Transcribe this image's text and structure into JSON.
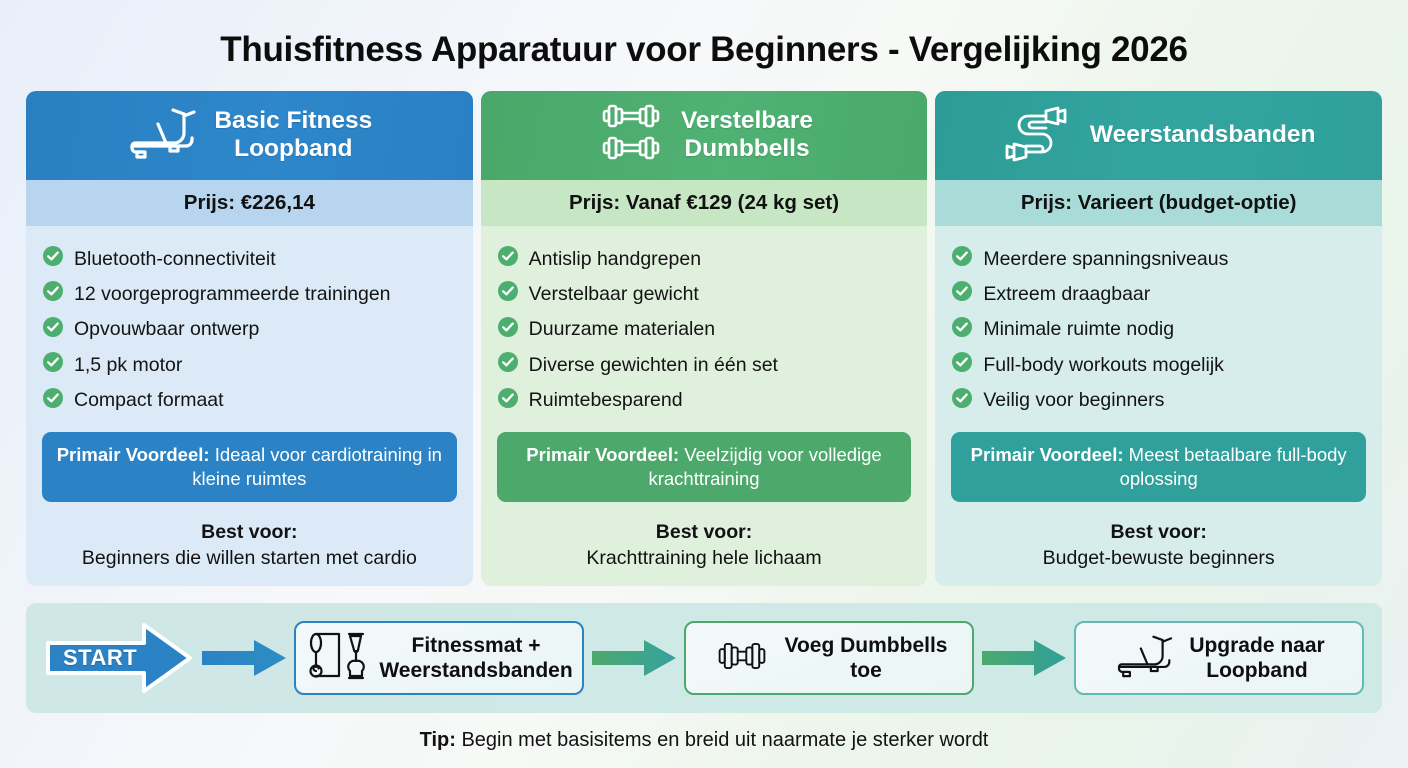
{
  "title": "Thuisfitness Apparatuur voor Beginners - Vergelijking 2026",
  "colors": {
    "blue": "#2b82c5",
    "green": "#4da86c",
    "teal": "#2fa09a",
    "check": "#4caf70"
  },
  "cards": [
    {
      "icon": "treadmill-icon",
      "name": "Basic Fitness\nLoopband",
      "name_line1": "Basic Fitness",
      "name_line2": "Loopband",
      "price": "Prijs: €226,14",
      "features": [
        "Bluetooth-connectiviteit",
        "12 voorgeprogrammeerde trainingen",
        "Opvouwbaar ontwerp",
        "1,5 pk motor",
        "Compact formaat"
      ],
      "benefit_label": "Primair Voordeel:",
      "benefit_text": "Ideaal voor cardiotraining in kleine ruimtes",
      "best_label": "Best voor:",
      "best_value": "Beginners die willen starten met cardio"
    },
    {
      "icon": "dumbbells-icon",
      "name": "Verstelbare\nDumbbells",
      "name_line1": "Verstelbare",
      "name_line2": "Dumbbells",
      "price": "Prijs: Vanaf €129 (24 kg set)",
      "features": [
        "Antislip handgrepen",
        "Verstelbaar gewicht",
        "Duurzame materialen",
        "Diverse gewichten in één set",
        "Ruimtebesparend"
      ],
      "benefit_label": "Primair Voordeel:",
      "benefit_text": "Veelzijdig voor volledige krachttraining",
      "best_label": "Best voor:",
      "best_value": "Krachttraining hele lichaam"
    },
    {
      "icon": "resistance-band-icon",
      "name": "Weerstandsbanden",
      "name_line1": "Weerstandsbanden",
      "name_line2": "",
      "price": "Prijs: Varieert (budget-optie)",
      "features": [
        "Meerdere spanningsniveaus",
        "Extreem draagbaar",
        "Minimale ruimte nodig",
        "Full-body workouts mogelijk",
        "Veilig voor beginners"
      ],
      "benefit_label": "Primair Voordeel:",
      "benefit_text": "Meest betaalbare full-body oplossing",
      "best_label": "Best voor:",
      "best_value": "Budget-bewuste beginners"
    }
  ],
  "flow": {
    "start_label": "START",
    "nodes": [
      {
        "icon": "mat-and-band-icon",
        "label": "Fitnessmat +\nWeerstandsbanden",
        "line1": "Fitnessmat +",
        "line2": "Weerstandsbanden"
      },
      {
        "icon": "dumbbell-icon",
        "label": "Voeg Dumbbells\ntoe",
        "line1": "Voeg Dumbbells",
        "line2": "toe"
      },
      {
        "icon": "treadmill-icon",
        "label": "Upgrade naar\nLoopband",
        "line1": "Upgrade naar",
        "line2": "Loopband"
      }
    ]
  },
  "tip": {
    "label": "Tip:",
    "text": " Begin met basisitems en breid uit naarmate je sterker wordt"
  }
}
